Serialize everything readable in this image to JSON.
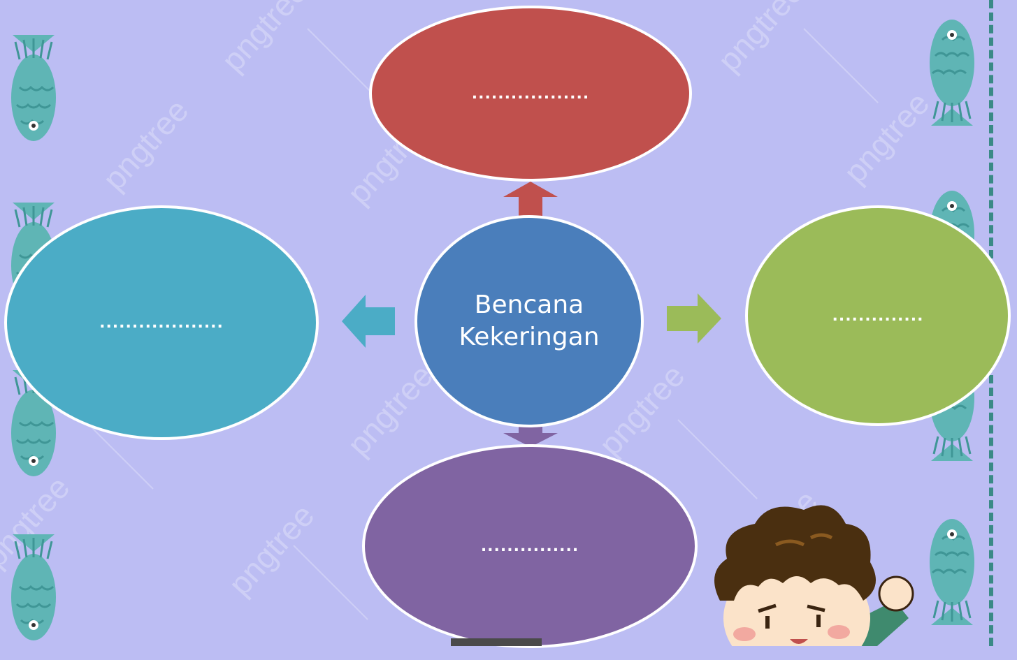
{
  "diagram": {
    "center": {
      "label_line1": "Bencana",
      "label_line2": "Kekeringan",
      "color": "#4a7ebb"
    },
    "top": {
      "label": "..................",
      "color": "#c0504d"
    },
    "left": {
      "label": "...................",
      "color": "#4bacc6"
    },
    "right": {
      "label": "..............",
      "color": "#9bbb59"
    },
    "bottom": {
      "label": "...............",
      "color": "#8064a2"
    }
  },
  "colors": {
    "background": "#bcbdf3",
    "fish": "#5fb5b5",
    "border": "#3a8a86"
  },
  "decorations": {
    "icons": [
      "fish-icon",
      "boy-character-icon"
    ],
    "watermark": "pngtree"
  }
}
